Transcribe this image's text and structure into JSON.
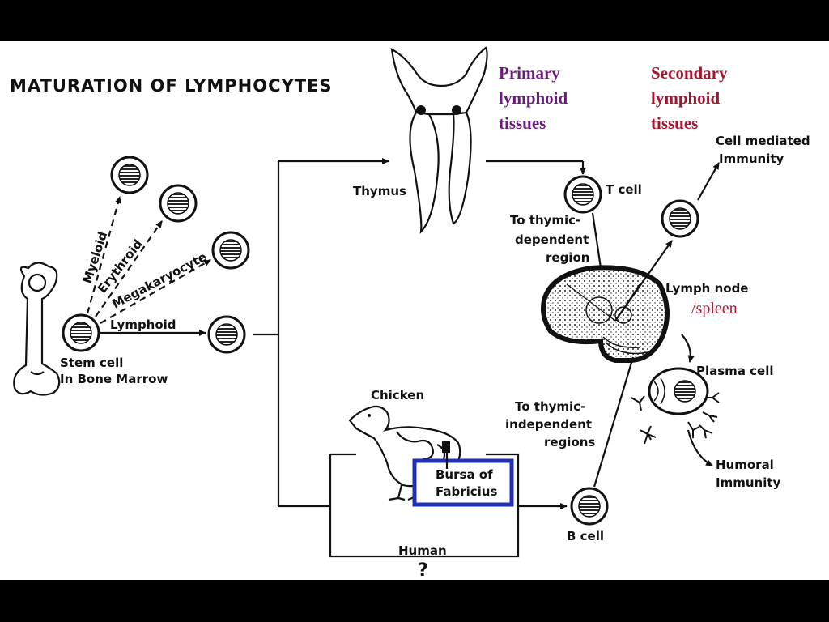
{
  "title": "MATURATION OF LYMPHOCYTES",
  "primary": [
    "Primary",
    "lymphoid",
    "tissues"
  ],
  "secondary": [
    "Secondary",
    "lymphoid",
    "tissues"
  ],
  "labels": {
    "myeloid": "Myeloid",
    "erythroid": "Erythroid",
    "megakaryocyte": "Megakaryocyte",
    "lymphoid": "Lymphoid",
    "stem_cell_1": "Stem cell",
    "stem_cell_2": "In Bone Marrow",
    "thymus": "Thymus",
    "t_cell": "T cell",
    "thymic_dep_1": "To thymic-",
    "thymic_dep_2": "dependent",
    "thymic_dep_3": "region",
    "cmi_1": "Cell mediated",
    "cmi_2": "Immunity",
    "lymph_node": "Lymph node",
    "spleen": "/spleen",
    "plasma_cell": "Plasma cell",
    "chicken": "Chicken",
    "bursa_1": "Bursa of",
    "bursa_2": "Fabricius",
    "thymic_indep_1": "To thymic-",
    "thymic_indep_2": "independent",
    "thymic_indep_3": "regions",
    "b_cell": "B cell",
    "humoral_1": "Humoral",
    "humoral_2": "Immunity",
    "human": "Human",
    "question": "?"
  },
  "colors": {
    "highlight_box": "#1f2fb8",
    "secondary_text": "#a6152f",
    "primary_text": "#6a1a7a"
  }
}
